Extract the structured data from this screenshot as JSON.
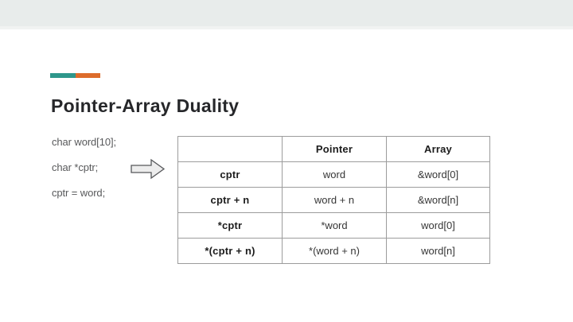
{
  "slide": {
    "title": "Pointer-Array Duality",
    "code_lines": [
      "char word[10];",
      "char *cptr;",
      "cptr = word;"
    ],
    "icons": {
      "arrow_right": "block-arrow-right"
    },
    "table": {
      "headers": [
        "",
        "Pointer",
        "Array"
      ],
      "rows": [
        {
          "label": "cptr",
          "pointer": "word",
          "array": "&word[0]"
        },
        {
          "label": "cptr + n",
          "pointer": "word + n",
          "array": "&word[n]"
        },
        {
          "label": "*cptr",
          "pointer": "*word",
          "array": "word[0]"
        },
        {
          "label": "*(cptr + n)",
          "pointer": "*(word + n)",
          "array": "word[n]"
        }
      ]
    },
    "colors": {
      "accent_teal": "#2e978b",
      "accent_orange": "#dd6c2b",
      "top_band": "#e8eceb",
      "title_text": "#26272a",
      "code_text": "#58595b",
      "table_border": "#9c9c9c"
    }
  }
}
